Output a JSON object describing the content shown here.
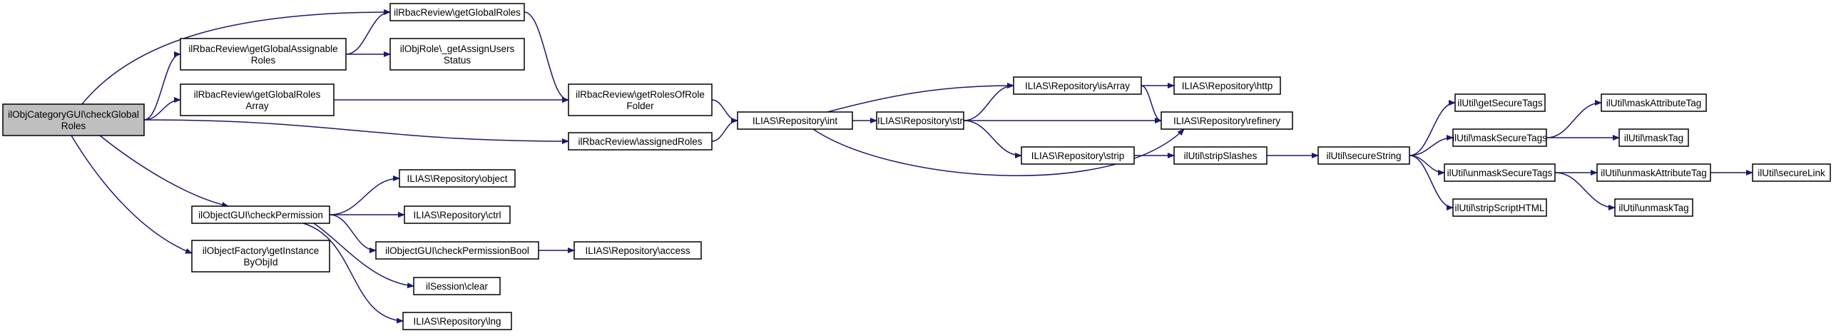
{
  "diagram": {
    "colors": {
      "edge": "#191970",
      "root_fill": "#bfbfbf",
      "node_fill": "#ffffff",
      "border": "#000000"
    },
    "nodes": [
      {
        "id": "root",
        "lines": [
          "ilObjCategoryGUI\\checkGlobal",
          "Roles"
        ],
        "root": true
      },
      {
        "id": "getGlobalRoles",
        "lines": [
          "ilRbacReview\\getGlobalRoles"
        ]
      },
      {
        "id": "getGlobalAssignableRoles",
        "lines": [
          "ilRbacReview\\getGlobalAssignable",
          "Roles"
        ]
      },
      {
        "id": "getAssignUsersStatus",
        "lines": [
          "ilObjRole\\_getAssignUsers",
          "Status"
        ]
      },
      {
        "id": "getGlobalRolesArray",
        "lines": [
          "ilRbacReview\\getGlobalRoles",
          "Array"
        ]
      },
      {
        "id": "getRolesOfRoleFolder",
        "lines": [
          "ilRbacReview\\getRolesOfRole",
          "Folder"
        ]
      },
      {
        "id": "assignedRoles",
        "lines": [
          "ilRbacReview\\assignedRoles"
        ]
      },
      {
        "id": "repoInt",
        "lines": [
          "ILIAS\\Repository\\int"
        ]
      },
      {
        "id": "repoStr",
        "lines": [
          "ILIAS\\Repository\\str"
        ]
      },
      {
        "id": "repoIsArray",
        "lines": [
          "ILIAS\\Repository\\isArray"
        ]
      },
      {
        "id": "repoHttp",
        "lines": [
          "ILIAS\\Repository\\http"
        ]
      },
      {
        "id": "repoRefinery",
        "lines": [
          "ILIAS\\Repository\\refinery"
        ]
      },
      {
        "id": "repoStrip",
        "lines": [
          "ILIAS\\Repository\\strip"
        ]
      },
      {
        "id": "stripSlashes",
        "lines": [
          "ilUtil\\stripSlashes"
        ]
      },
      {
        "id": "secureString",
        "lines": [
          "ilUtil\\secureString"
        ]
      },
      {
        "id": "getSecureTags",
        "lines": [
          "ilUtil\\getSecureTags"
        ]
      },
      {
        "id": "maskSecureTags",
        "lines": [
          "ilUtil\\maskSecureTags"
        ]
      },
      {
        "id": "maskAttributeTag",
        "lines": [
          "ilUtil\\maskAttributeTag"
        ]
      },
      {
        "id": "maskTag",
        "lines": [
          "ilUtil\\maskTag"
        ]
      },
      {
        "id": "unmaskSecureTags",
        "lines": [
          "ilUtil\\unmaskSecureTags"
        ]
      },
      {
        "id": "unmaskAttributeTag",
        "lines": [
          "ilUtil\\unmaskAttributeTag"
        ]
      },
      {
        "id": "secureLink",
        "lines": [
          "ilUtil\\secureLink"
        ]
      },
      {
        "id": "unmaskTag",
        "lines": [
          "ilUtil\\unmaskTag"
        ]
      },
      {
        "id": "stripScriptHTML",
        "lines": [
          "ilUtil\\stripScriptHTML"
        ]
      },
      {
        "id": "checkPermission",
        "lines": [
          "ilObjectGUI\\checkPermission"
        ]
      },
      {
        "id": "repoObject",
        "lines": [
          "ILIAS\\Repository\\object"
        ]
      },
      {
        "id": "repoCtrl",
        "lines": [
          "ILIAS\\Repository\\ctrl"
        ]
      },
      {
        "id": "checkPermissionBool",
        "lines": [
          "ilObjectGUI\\checkPermissionBool"
        ]
      },
      {
        "id": "repoAccess",
        "lines": [
          "ILIAS\\Repository\\access"
        ]
      },
      {
        "id": "sessionClear",
        "lines": [
          "ilSession\\clear"
        ]
      },
      {
        "id": "repoLng",
        "lines": [
          "ILIAS\\Repository\\lng"
        ]
      },
      {
        "id": "getInstanceByObjId",
        "lines": [
          "ilObjectFactory\\getInstance",
          "ByObjId"
        ]
      }
    ],
    "edges": [
      [
        "root",
        "getGlobalRoles"
      ],
      [
        "root",
        "getGlobalAssignableRoles"
      ],
      [
        "root",
        "getGlobalRolesArray"
      ],
      [
        "root",
        "assignedRoles"
      ],
      [
        "root",
        "checkPermission"
      ],
      [
        "root",
        "getInstanceByObjId"
      ],
      [
        "getGlobalAssignableRoles",
        "getGlobalRoles"
      ],
      [
        "getGlobalAssignableRoles",
        "getAssignUsersStatus"
      ],
      [
        "getGlobalRoles",
        "getRolesOfRoleFolder"
      ],
      [
        "getGlobalRolesArray",
        "getRolesOfRoleFolder"
      ],
      [
        "getRolesOfRoleFolder",
        "repoInt"
      ],
      [
        "assignedRoles",
        "repoInt"
      ],
      [
        "repoInt",
        "repoIsArray"
      ],
      [
        "repoInt",
        "repoStr"
      ],
      [
        "repoInt",
        "repoRefinery"
      ],
      [
        "repoStr",
        "repoIsArray"
      ],
      [
        "repoStr",
        "repoRefinery"
      ],
      [
        "repoStr",
        "repoStrip"
      ],
      [
        "repoIsArray",
        "repoHttp"
      ],
      [
        "repoIsArray",
        "repoRefinery"
      ],
      [
        "repoStrip",
        "stripSlashes"
      ],
      [
        "stripSlashes",
        "secureString"
      ],
      [
        "secureString",
        "getSecureTags"
      ],
      [
        "secureString",
        "maskSecureTags"
      ],
      [
        "secureString",
        "unmaskSecureTags"
      ],
      [
        "secureString",
        "stripScriptHTML"
      ],
      [
        "maskSecureTags",
        "maskAttributeTag"
      ],
      [
        "maskSecureTags",
        "maskTag"
      ],
      [
        "unmaskSecureTags",
        "unmaskAttributeTag"
      ],
      [
        "unmaskSecureTags",
        "unmaskTag"
      ],
      [
        "unmaskAttributeTag",
        "secureLink"
      ],
      [
        "checkPermission",
        "repoObject"
      ],
      [
        "checkPermission",
        "repoCtrl"
      ],
      [
        "checkPermission",
        "checkPermissionBool"
      ],
      [
        "checkPermission",
        "sessionClear"
      ],
      [
        "checkPermission",
        "repoLng"
      ],
      [
        "checkPermissionBool",
        "repoAccess"
      ]
    ]
  }
}
